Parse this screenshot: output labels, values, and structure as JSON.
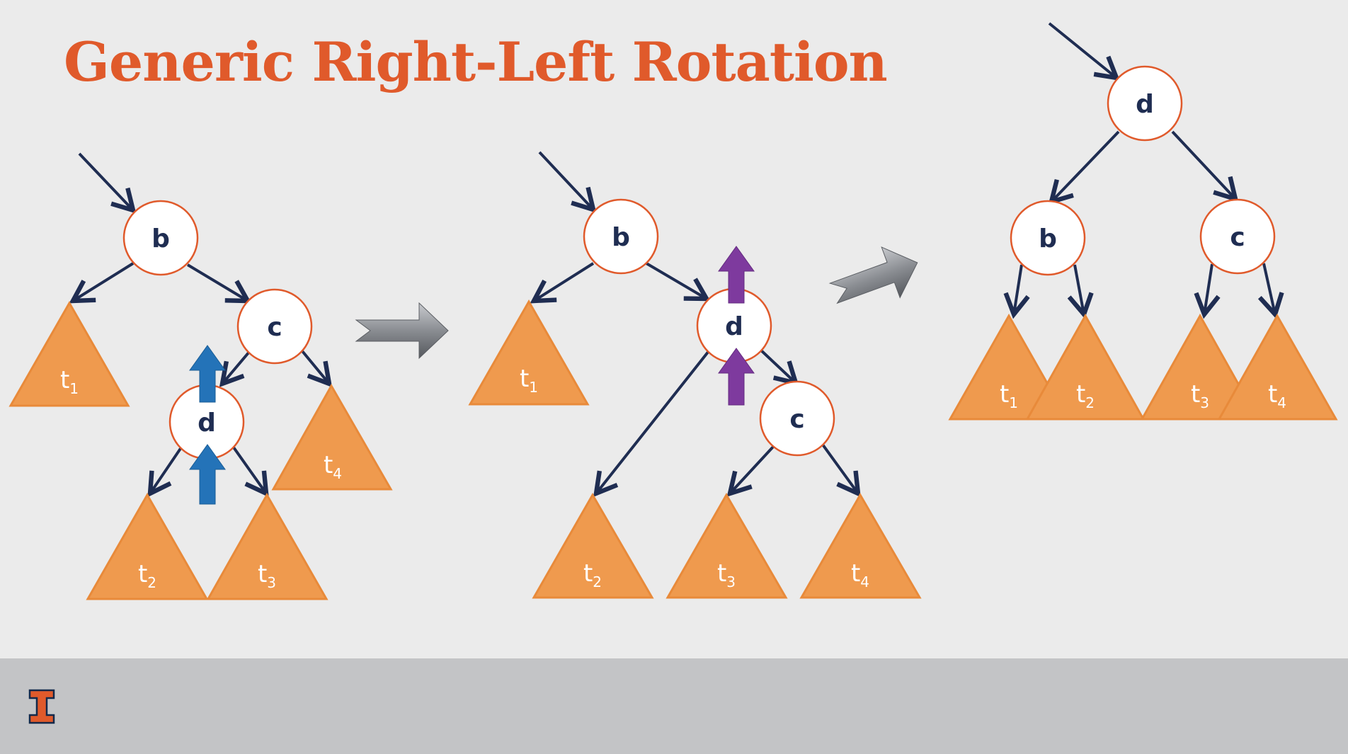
{
  "slide": {
    "title": "Generic Right-Left Rotation"
  },
  "colors": {
    "title": "#e05a2b",
    "edge": "#1f2d52",
    "node_stroke": "#e05a2b",
    "node_fill": "#ffffff",
    "subtree_fill": "#ef9a4e",
    "subtree_stroke": "#e88a3a",
    "subtree_label": "#ffffff",
    "blue_arrow": "#2473b8",
    "purple_arrow": "#7e3a9e",
    "transition_arrow": "#7c7f84",
    "footer": "#c3c4c6",
    "logo": "#e05a2b"
  },
  "diagrams": [
    {
      "nodes": [
        "b",
        "c",
        "d"
      ],
      "subtrees": [
        {
          "t": "t",
          "sub": "1"
        },
        {
          "t": "t",
          "sub": "4"
        },
        {
          "t": "t",
          "sub": "2"
        },
        {
          "t": "t",
          "sub": "3"
        }
      ],
      "rotation_arrows": "blue"
    },
    {
      "nodes": [
        "b",
        "d",
        "c"
      ],
      "subtrees": [
        {
          "t": "t",
          "sub": "1"
        },
        {
          "t": "t",
          "sub": "2"
        },
        {
          "t": "t",
          "sub": "3"
        },
        {
          "t": "t",
          "sub": "4"
        }
      ],
      "rotation_arrows": "purple"
    },
    {
      "nodes": [
        "d",
        "b",
        "c"
      ],
      "subtrees": [
        {
          "t": "t",
          "sub": "1"
        },
        {
          "t": "t",
          "sub": "2"
        },
        {
          "t": "t",
          "sub": "3"
        },
        {
          "t": "t",
          "sub": "4"
        }
      ]
    }
  ],
  "footer": {
    "logo_icon": "illinois-block-i-icon"
  }
}
